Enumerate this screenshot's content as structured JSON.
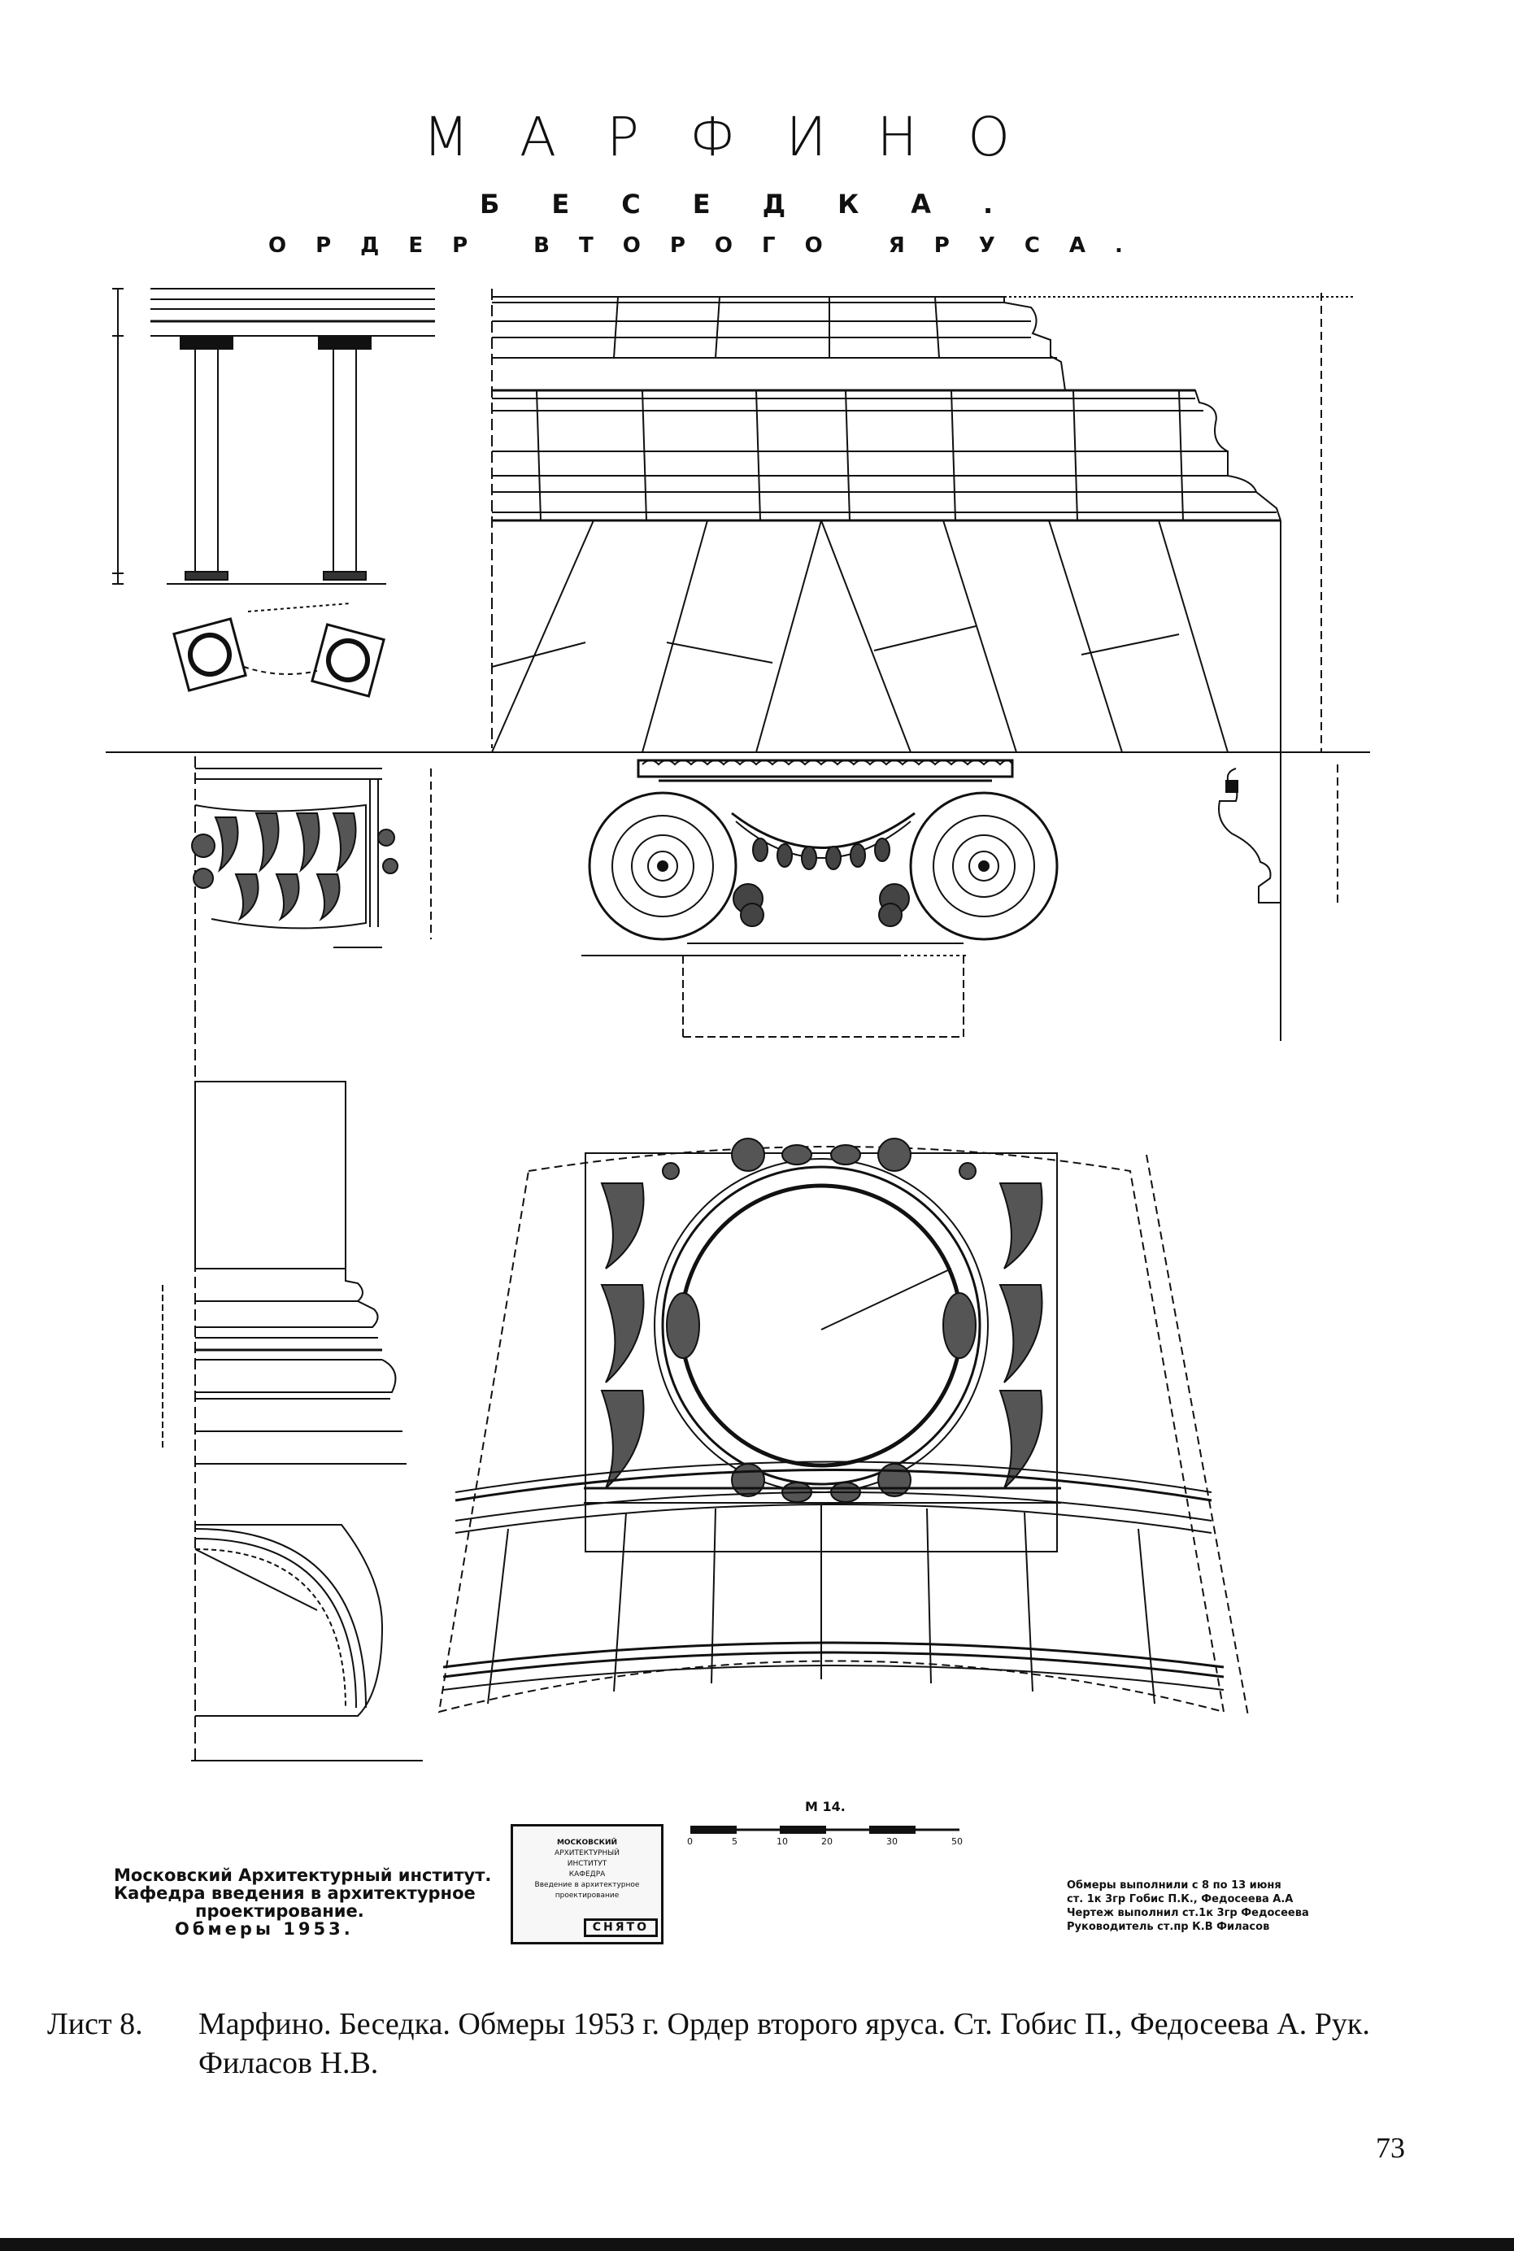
{
  "header": {
    "title": "МАРФИНО",
    "subtitle": "БЕСЕДКА.",
    "subtitle2": "ОРДЕР ВТОРОГО ЯРУСА."
  },
  "institute": {
    "line1": "Московский Архитектурный институт.",
    "line2": "Кафедра введения в архитектурное",
    "line3": "проектирование.",
    "line4": "Обмеры 1953."
  },
  "stamp": {
    "line1": "МОСКОВСКИЙ",
    "line2": "АРХИТЕКТУРНЫЙ",
    "line3": "ИНСТИТУТ",
    "line4": "КАФЕДРА",
    "line5": "Введение в архитектурное проектирование",
    "copy": "СНЯТО"
  },
  "scale_label": "М 14.",
  "scale_ticks": [
    "0",
    "5",
    "10",
    "20",
    "30",
    "50"
  ],
  "credits": {
    "line1": "Обмеры выполнили с 8 по 13 июня",
    "line2": "ст. 1к 3гр Гобис П.К., Федосеева А.А",
    "line3": "Чертеж выполнил ст.1к 3гр Федосеева",
    "line4": "Руководитель ст.пр К.В Филасов"
  },
  "caption": {
    "label": "Лист 8.",
    "text": "Марфино. Беседка. Обмеры 1953 г. Ордер второго яруса. Ст. Гобис П., Федосеева А. Рук. Филасов Н.В."
  },
  "page_number": "73"
}
